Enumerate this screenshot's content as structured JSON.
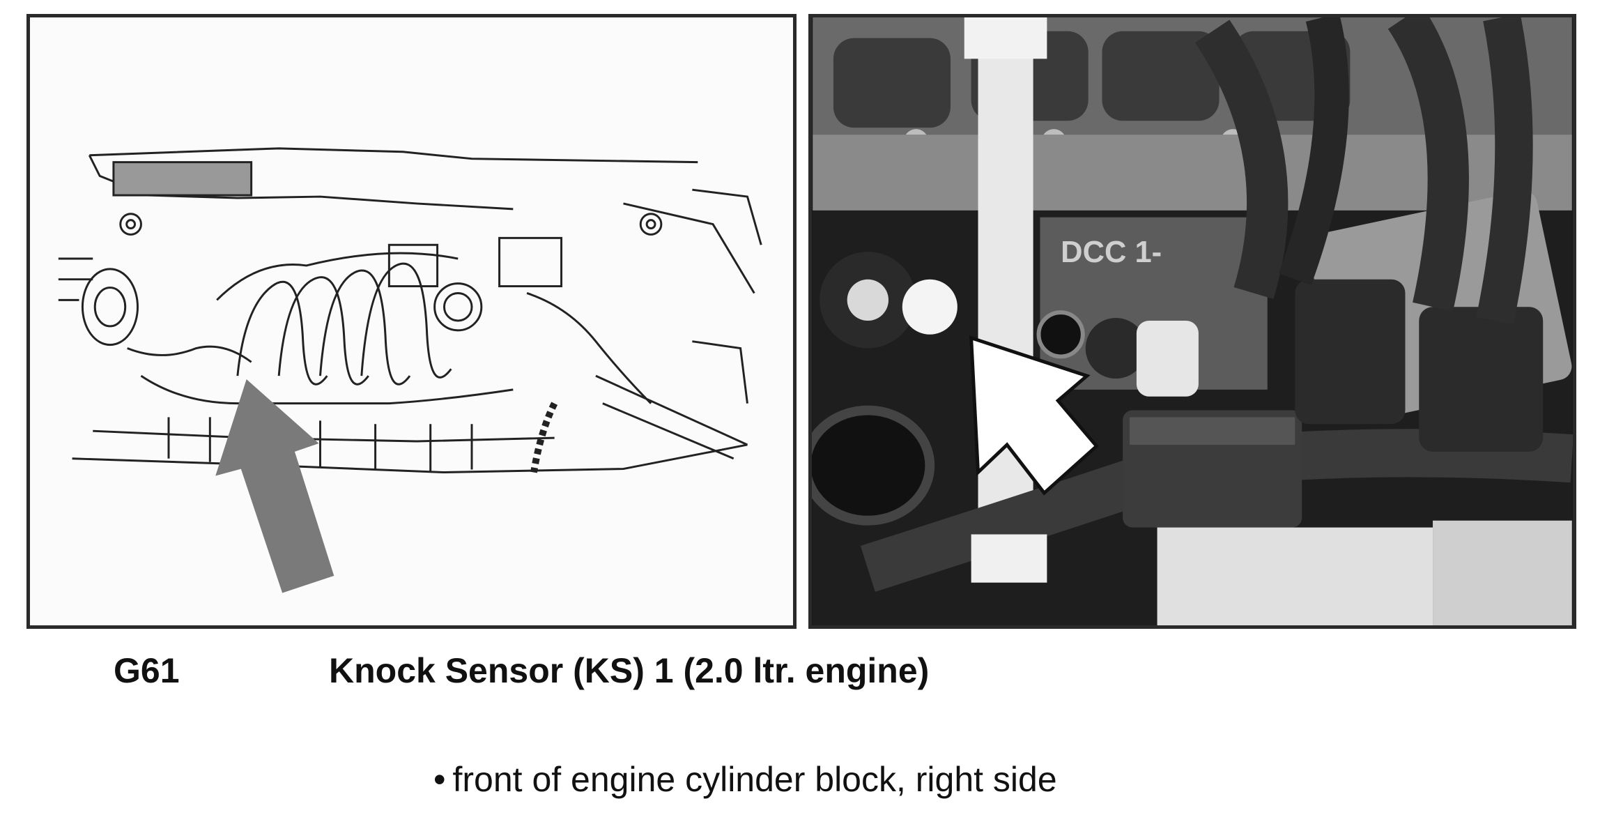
{
  "figure": {
    "left_illustration": "Line drawing of engine compartment with location arrow",
    "right_photo": "Photograph of engine with location arrow"
  },
  "caption": {
    "code": "G61",
    "name": "Knock Sensor (KS) 1 (2.0 ltr. engine)"
  },
  "location": {
    "bullet": "•",
    "text": "front of engine cylinder block, right side"
  },
  "colors": {
    "arrow_left": "#7a7a7a",
    "arrow_right": "#ffffff",
    "border": "#2a2a2a"
  }
}
